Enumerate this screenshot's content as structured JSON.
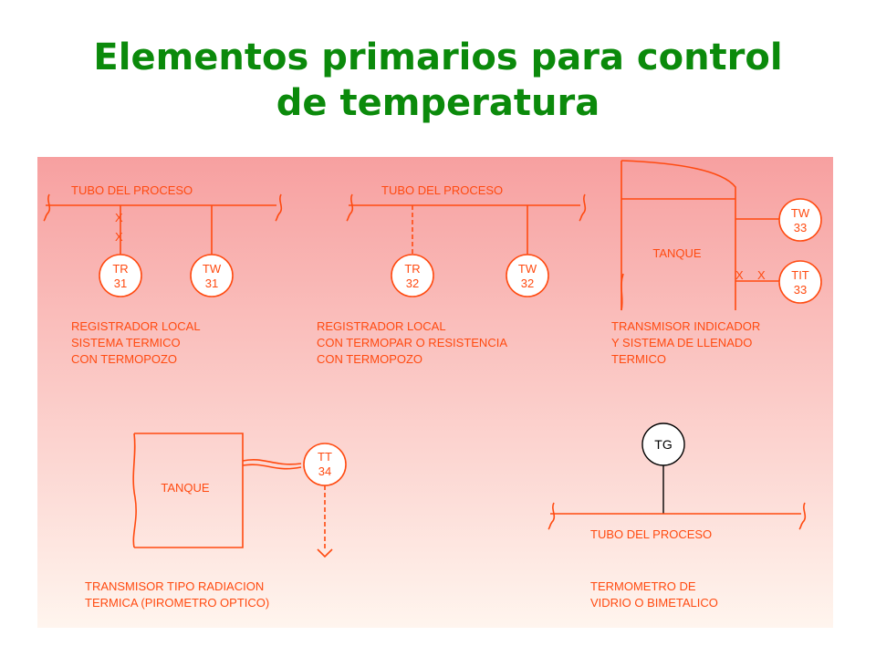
{
  "title": {
    "line1": "Elementos primarios para control",
    "line2": "de temperatura",
    "color": "#0b8a0b"
  },
  "colors": {
    "line": "#ff4a10",
    "bg_top": "#f7a0a0",
    "bg_bottom": "#fff5ee"
  },
  "panels": {
    "p1": {
      "pipe_label": "TUBO DEL PROCESO",
      "x_marks": [
        "X",
        "X"
      ],
      "bubble_a": {
        "tag": "TR",
        "num": "31"
      },
      "bubble_b": {
        "tag": "TW",
        "num": "31"
      },
      "caption": [
        "REGISTRADOR LOCAL",
        "SISTEMA TERMICO",
        "CON TERMOPOZO"
      ]
    },
    "p2": {
      "pipe_label": "TUBO DEL PROCESO",
      "bubble_a": {
        "tag": "TR",
        "num": "32"
      },
      "bubble_b": {
        "tag": "TW",
        "num": "32"
      },
      "caption": [
        "REGISTRADOR LOCAL",
        "CON TERMOPAR O RESISTENCIA",
        "CON TERMOPOZO"
      ]
    },
    "p3": {
      "tank_label": "TANQUE",
      "x_marks": [
        "X",
        "X"
      ],
      "bubble_a": {
        "tag": "TW",
        "num": "33"
      },
      "bubble_b": {
        "tag": "TIT",
        "num": "33"
      },
      "caption": [
        "TRANSMISOR INDICADOR",
        "Y SISTEMA DE LLENADO",
        "TERMICO"
      ]
    },
    "p4": {
      "tank_label": "TANQUE",
      "bubble": {
        "tag": "TT",
        "num": "34"
      },
      "caption": [
        "TRANSMISOR TIPO RADIACION",
        "TERMICA (PIROMETRO OPTICO)"
      ]
    },
    "p5": {
      "bubble_tag": "TG",
      "pipe_label": "TUBO DEL PROCESO",
      "caption": [
        "TERMOMETRO DE",
        "VIDRIO O BIMETALICO"
      ]
    }
  }
}
